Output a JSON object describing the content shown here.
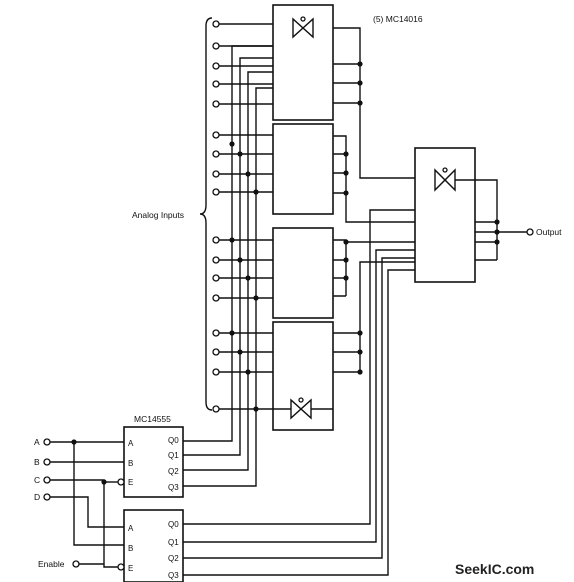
{
  "labels": {
    "mc14016": "(5) MC14016",
    "analog_inputs": "Analog Inputs",
    "output": "Output",
    "mc14555": "MC14555",
    "enable": "Enable",
    "watermark": "SeekIC.com"
  },
  "decoder_pins": {
    "left": [
      "A",
      "B",
      "E"
    ],
    "right": [
      "Q0",
      "Q1",
      "Q2",
      "Q3"
    ]
  },
  "control_inputs": [
    "A",
    "B",
    "C",
    "D"
  ]
}
